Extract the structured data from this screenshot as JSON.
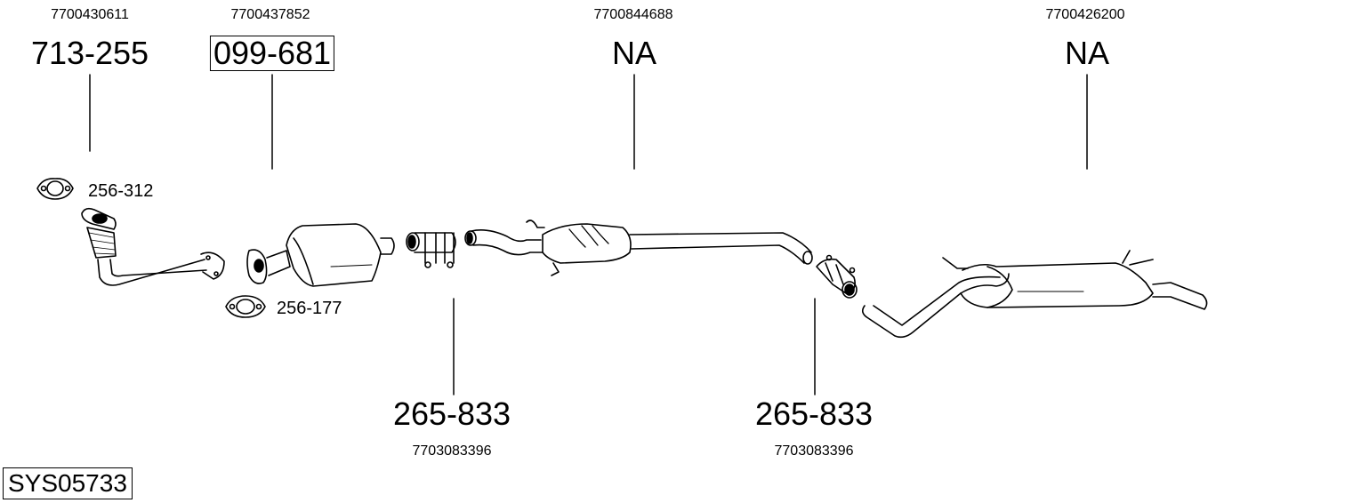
{
  "diagram": {
    "system_code": "SYS05733",
    "top_parts": [
      {
        "oem": "7700430611",
        "part": "713-255",
        "boxed": false
      },
      {
        "oem": "7700437852",
        "part": "099-681",
        "boxed": true
      },
      {
        "oem": "7700844688",
        "part": "NA",
        "boxed": false
      },
      {
        "oem": "7700426200",
        "part": "NA",
        "boxed": false
      }
    ],
    "bottom_parts": [
      {
        "part": "265-833",
        "oem": "7703083396"
      },
      {
        "part": "265-833",
        "oem": "7703083396"
      }
    ],
    "gaskets": [
      {
        "part": "256-312"
      },
      {
        "part": "256-177"
      }
    ],
    "components": [
      {
        "name": "front-pipe",
        "icon": "front-pipe-icon"
      },
      {
        "name": "catalytic-converter",
        "icon": "catalytic-converter-icon"
      },
      {
        "name": "pipe-clamp-1",
        "icon": "clamp-icon"
      },
      {
        "name": "centre-silencer",
        "icon": "centre-silencer-icon"
      },
      {
        "name": "pipe-clamp-2",
        "icon": "clamp-icon"
      },
      {
        "name": "rear-silencer",
        "icon": "rear-silencer-icon"
      }
    ]
  }
}
